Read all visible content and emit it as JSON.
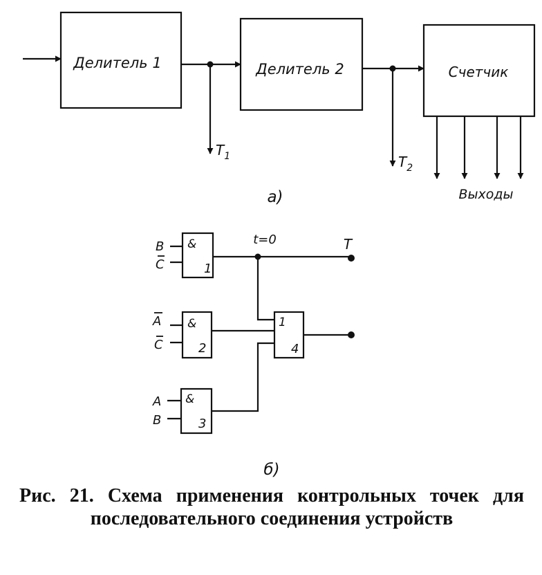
{
  "diagram_a": {
    "label": "а)",
    "blocks": {
      "divider1": "Делитель 1",
      "divider2": "Делитель 2",
      "counter": "Счетчик"
    },
    "tap1": {
      "main": "T",
      "sub": "1"
    },
    "tap2": {
      "main": "T",
      "sub": "2"
    },
    "outputs_label": "Выходы"
  },
  "diagram_b": {
    "label": "б)",
    "gate1": {
      "symbol": "&",
      "number": "1",
      "inputs": [
        "B",
        "C"
      ]
    },
    "gate2": {
      "symbol": "&",
      "number": "2",
      "inputs": [
        "A",
        "C"
      ]
    },
    "gate3": {
      "symbol": "&",
      "number": "3",
      "inputs": [
        "A",
        "B"
      ]
    },
    "gate4": {
      "symbol": "1",
      "number": "4"
    },
    "t_label": "t=0",
    "t_output": "T"
  },
  "caption": "Рис. 21. Схема применения контрольных точек для последовательного соединения устройств"
}
